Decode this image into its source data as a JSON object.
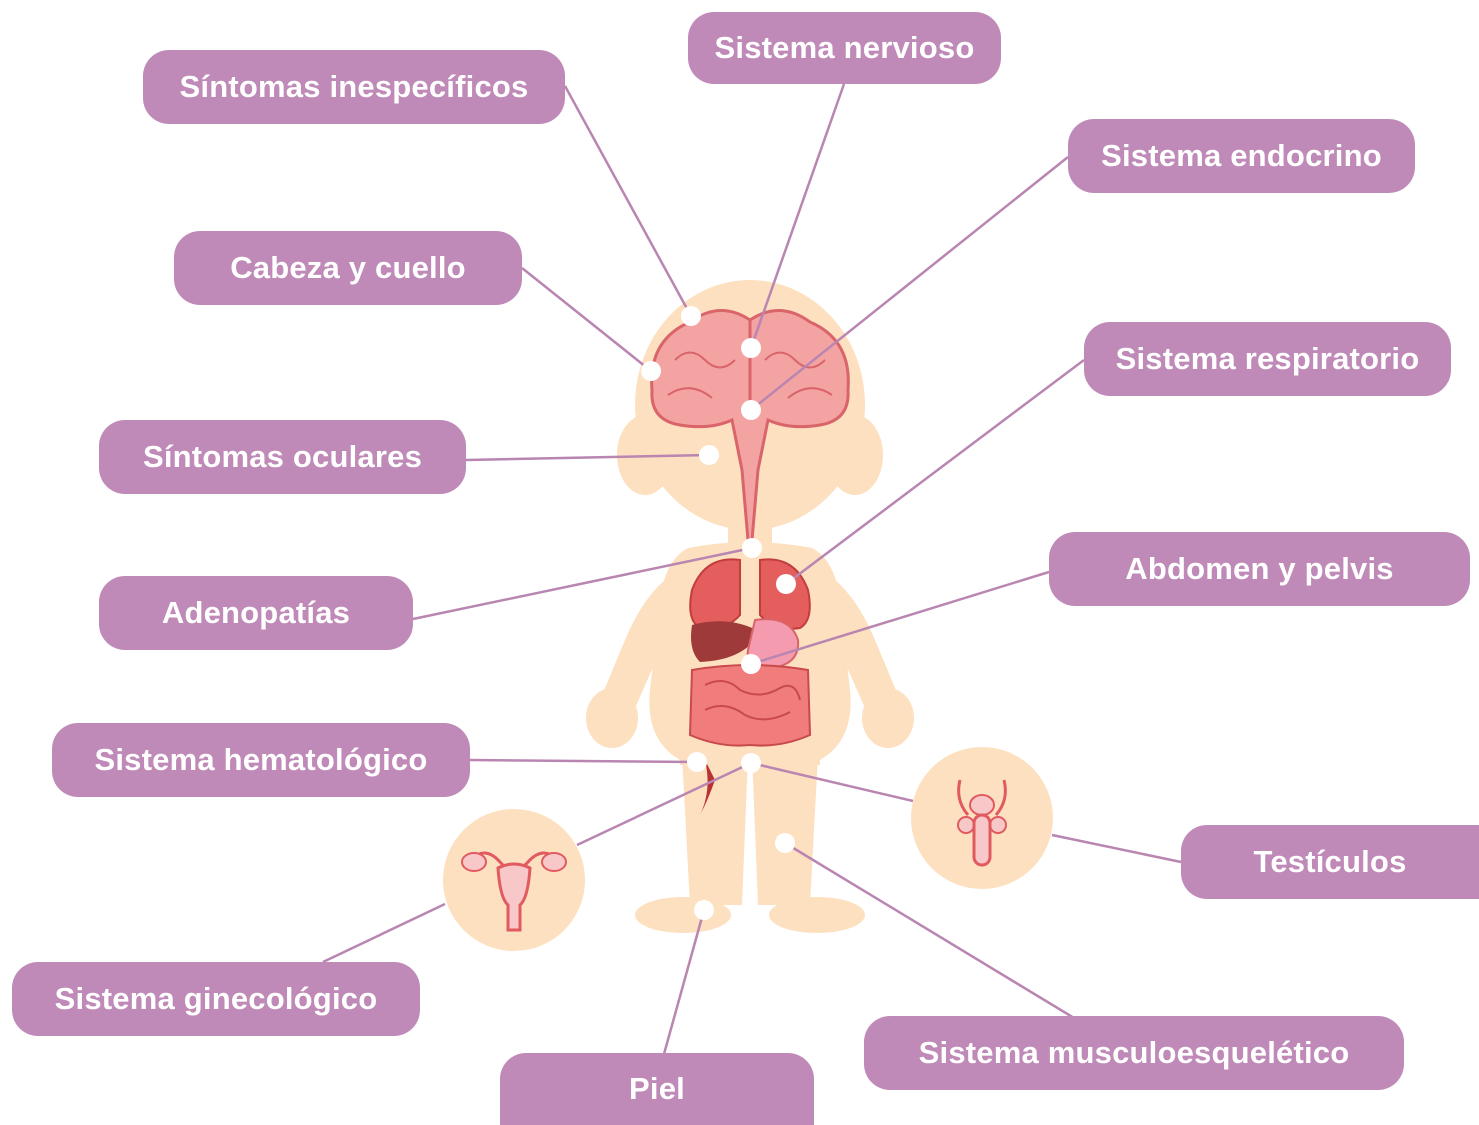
{
  "diagram": {
    "colors": {
      "label_bg": "#c08ab8",
      "label_text": "#ffffff",
      "connector": "#b985b1",
      "skin": "#fde0c0",
      "organ": "#f28b8b",
      "organ_dark": "#d94b4b",
      "marker": "#ffffff"
    },
    "labels": {
      "sintomas_inespecificos": "Síntomas inespecíficos",
      "sistema_nervioso": "Sistema nervioso",
      "sistema_endocrino": "Sistema endocrino",
      "cabeza_cuello": "Cabeza y cuello",
      "sistema_respiratorio": "Sistema respiratorio",
      "sintomas_oculares": "Síntomas oculares",
      "adenopatias": "Adenopatías",
      "abdomen_pelvis": "Abdomen y pelvis",
      "sistema_hematologico": "Sistema hematológico",
      "testiculos": "Testículos",
      "sistema_ginecologico": "Sistema ginecológico",
      "sistema_musculoesqueletico": "Sistema musculoesquelético",
      "piel": "Piel"
    },
    "icons": {
      "body": "child-body-illustration",
      "brain": "brain-icon",
      "uterus": "uterus-icon",
      "male_reproductive": "male-reproductive-icon"
    }
  }
}
